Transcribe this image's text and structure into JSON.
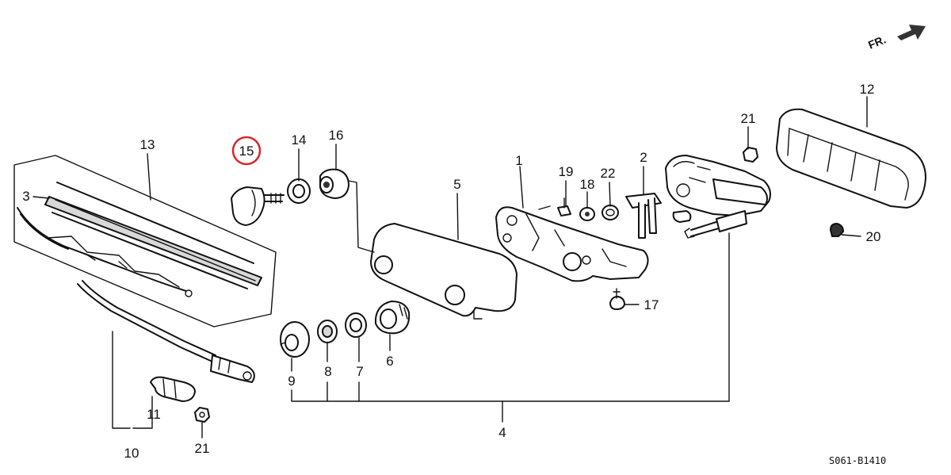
{
  "diagram": {
    "direction_label": "FR.",
    "drawing_code": "S061-B1410",
    "highlight_color": "#d7262b",
    "highlighted_callout": "15",
    "callouts": [
      "1",
      "2",
      "3",
      "4",
      "5",
      "6",
      "7",
      "8",
      "9",
      "10",
      "11",
      "12",
      "13",
      "14",
      "15",
      "16",
      "17",
      "18",
      "19",
      "20",
      "21",
      "21",
      "22"
    ]
  }
}
